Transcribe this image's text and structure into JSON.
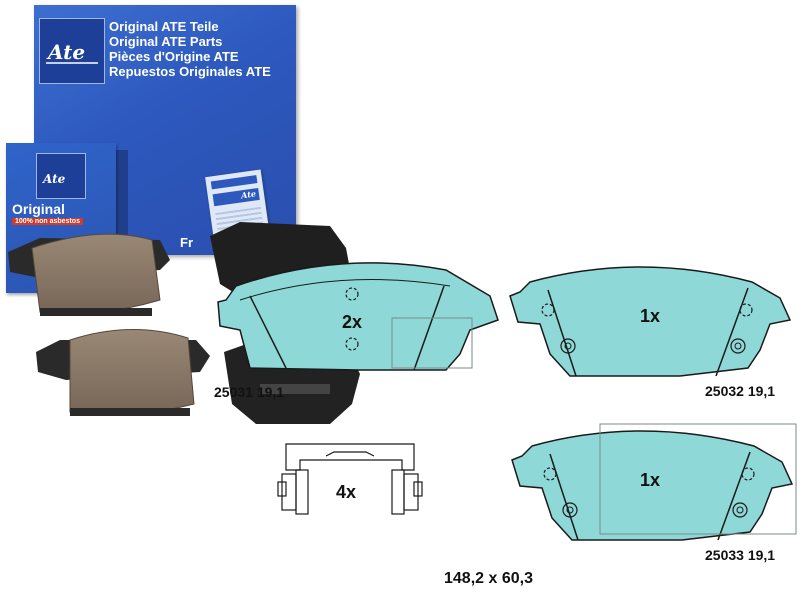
{
  "box": {
    "lines": [
      "Original ATE Teile",
      "Original ATE Parts",
      "Pièces d'Origine ATE",
      "Repuestos Originales ATE"
    ],
    "logo": "Ate",
    "small_logo": "Ate",
    "small_original": "Original",
    "small_asbestos": "100% non asbestos",
    "side_text": "Fr"
  },
  "pads": {
    "main_qty": "2x",
    "main_part": "25031 19,1",
    "right_top_qty": "1x",
    "right_top_part": "25032 19,1",
    "right_bottom_qty": "1x",
    "right_bottom_part": "25033 19,1",
    "clip_qty": "4x",
    "dimensions": "148,2 x 60,3"
  },
  "colors": {
    "box_blue": "#2d58bd",
    "pad_teal": "#8ed8d8",
    "friction_brown": "#8a7866"
  }
}
